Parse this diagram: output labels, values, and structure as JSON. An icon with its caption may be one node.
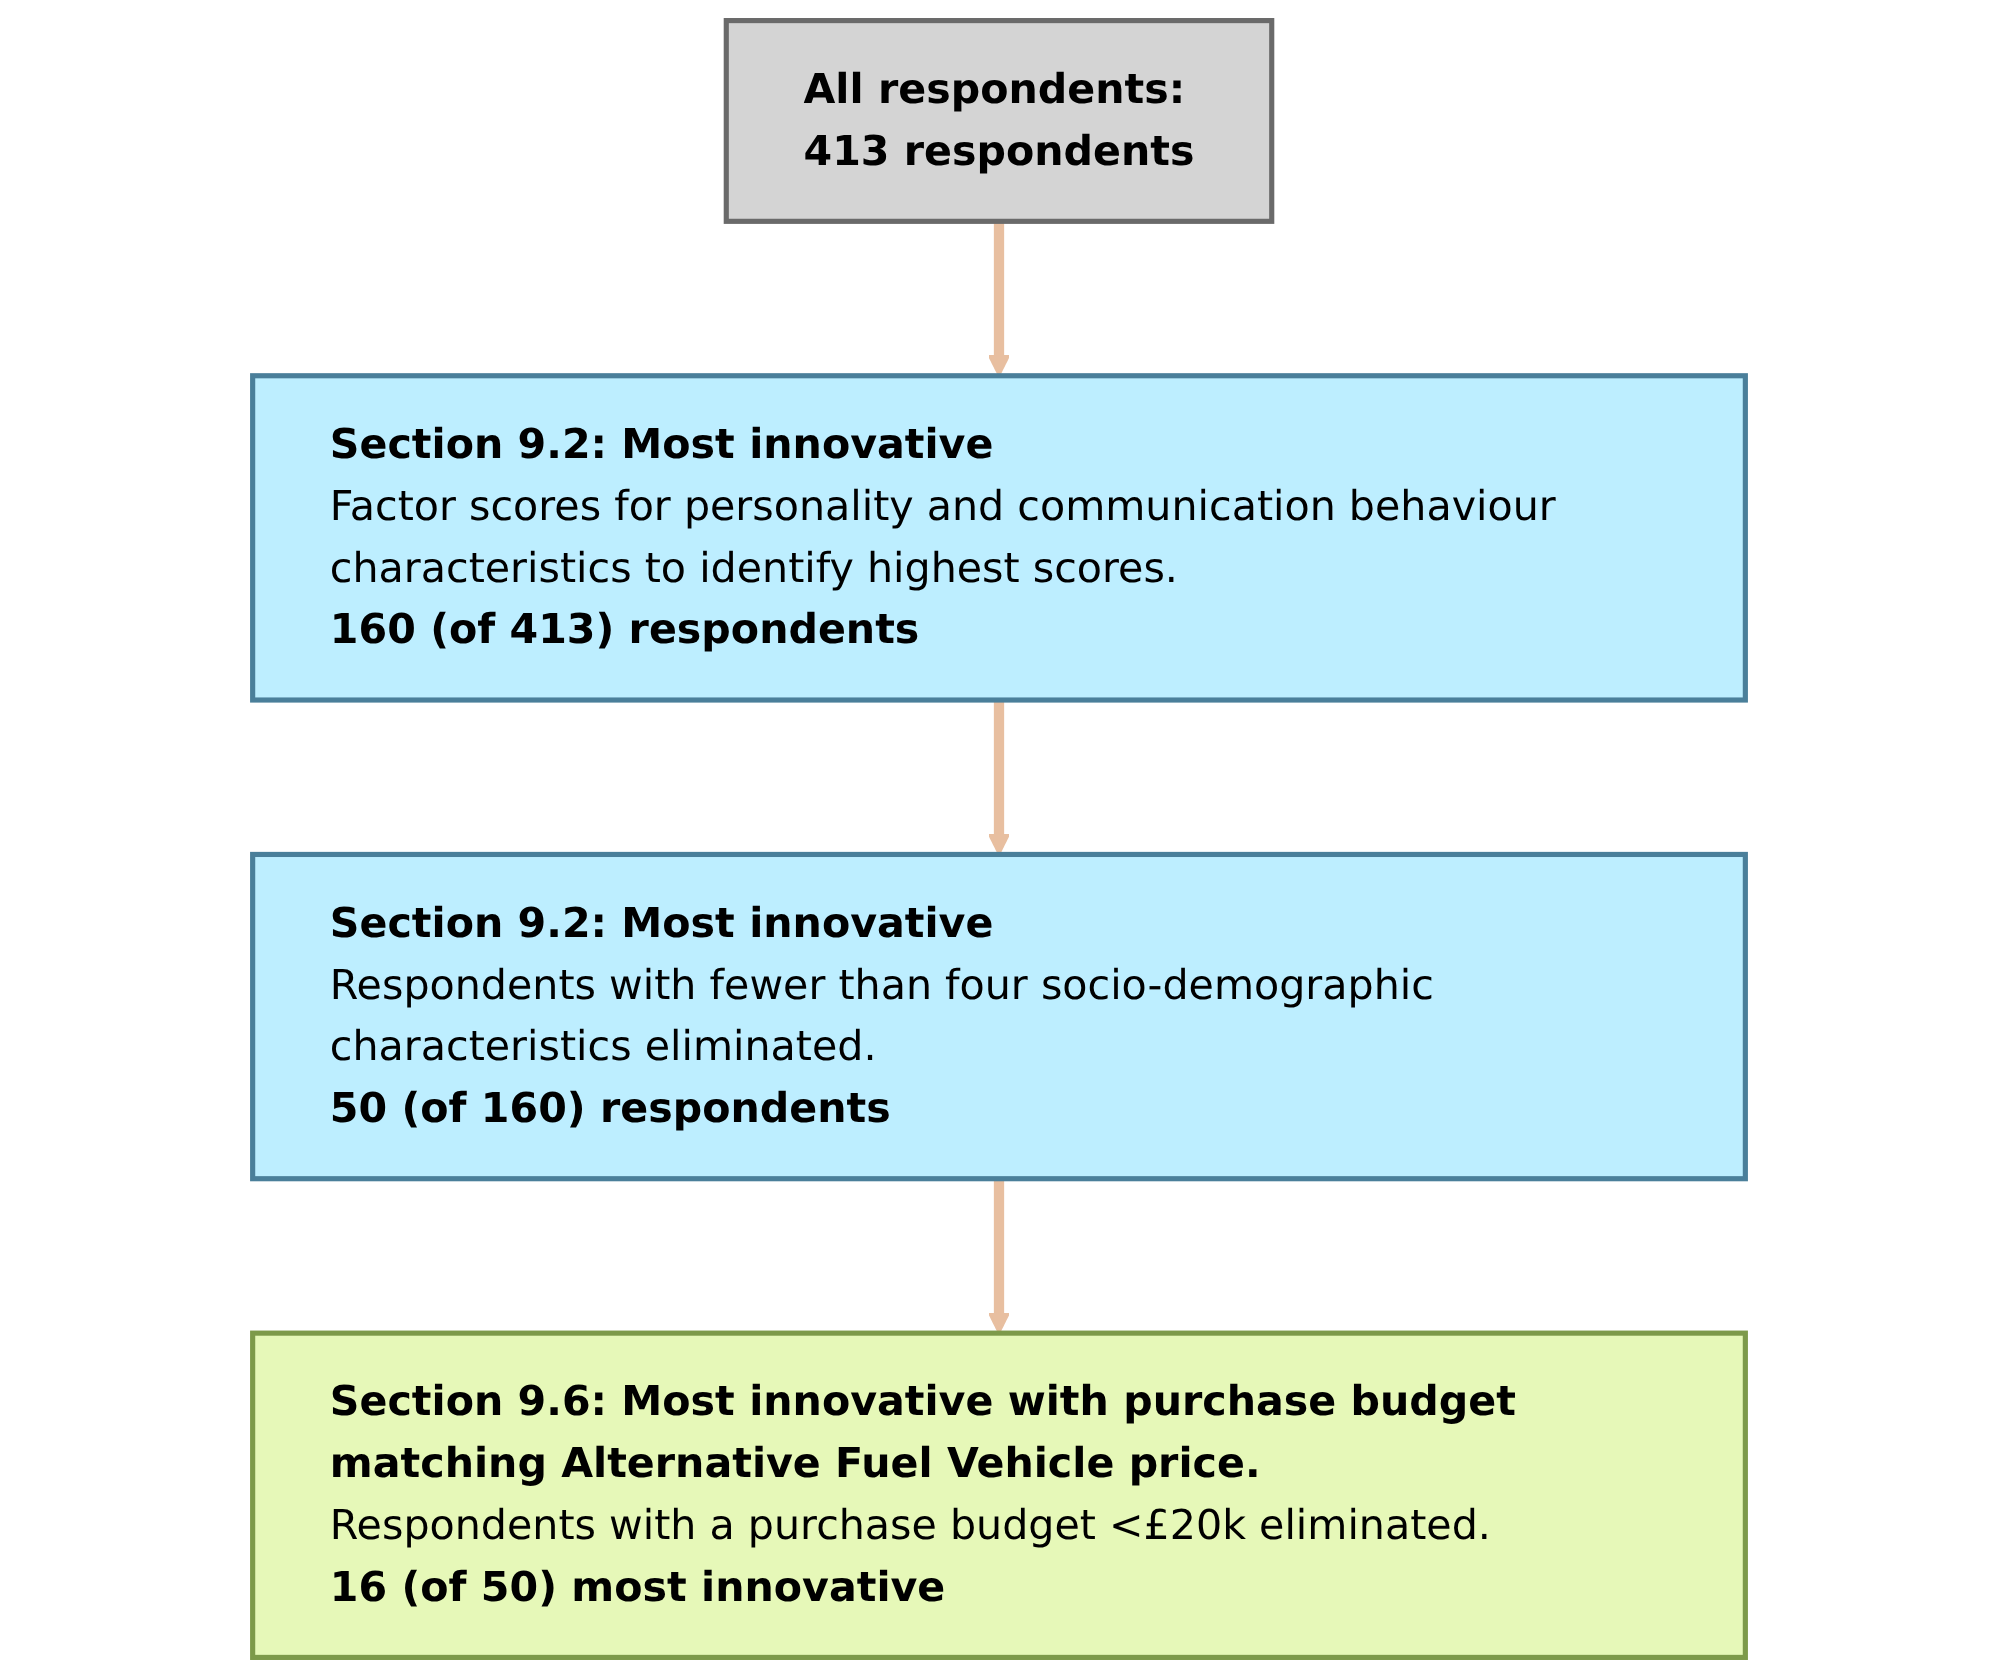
{
  "diagram": {
    "nodes": [
      {
        "text": [
          "All respondents:",
          "413 respondents"
        ]
      },
      {
        "text": [
          "Section 9.2: Most innovative",
          "Factor scores for personality and communication behaviour characteristics to identify highest scores.",
          "160 (of 413) respondents"
        ]
      },
      {
        "text": [
          "Section 9.2: Most innovative",
          "Respondents with fewer than four socio-demographic characteristics eliminated.",
          "50 (of 160) respondents"
        ]
      },
      {
        "text": [
          "Section 9.6: Most innovative with purchase budget matching Alternative Fuel Vehicle price.",
          "Respondents with a purchase budget <£20k eliminated.",
          "16 (of 50) most innovative"
        ]
      }
    ],
    "edges": [
      {
        "from": 0,
        "to": 1,
        "arrow": "to"
      },
      {
        "from": 1,
        "to": 2,
        "arrow": "to"
      },
      {
        "from": 2,
        "to": 3,
        "arrow": "to"
      }
    ]
  }
}
